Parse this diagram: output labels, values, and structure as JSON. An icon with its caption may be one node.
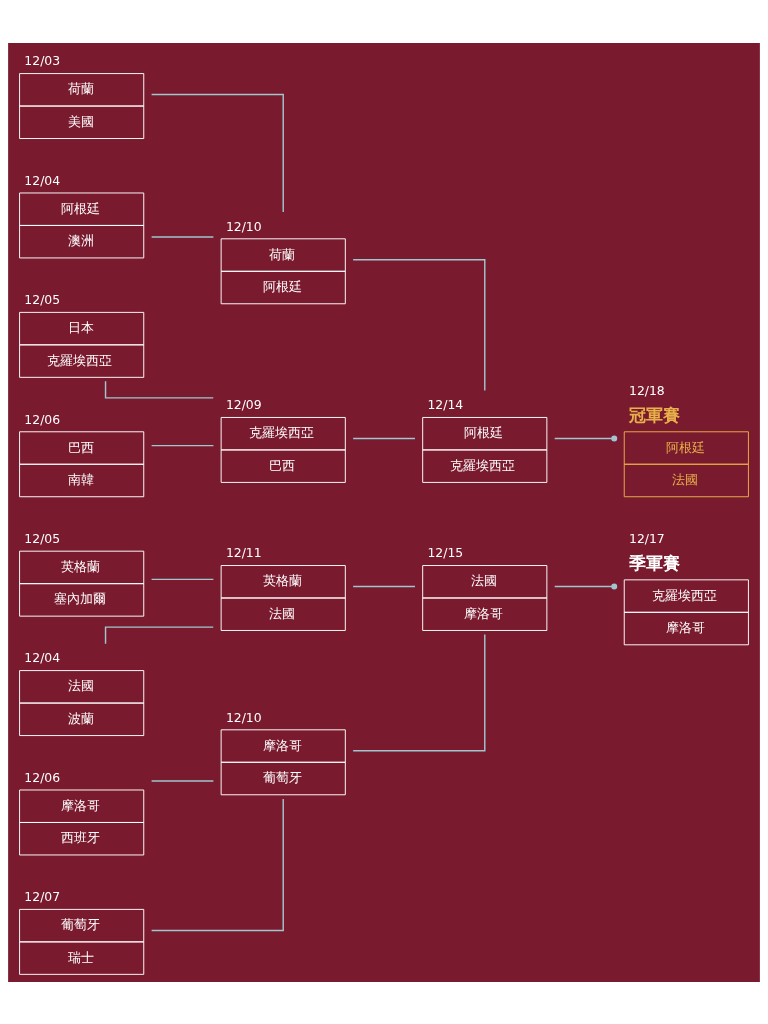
{
  "diagram": {
    "nodes": [
      {
        "text": [
          "荷蘭",
          "美國"
        ],
        "beside": [
          "12/03"
        ]
      },
      {
        "text": [
          "阿根廷",
          "澳洲"
        ],
        "beside": [
          "12/04"
        ]
      },
      {
        "text": [
          "日本",
          "克羅埃西亞"
        ],
        "beside": [
          "12/05"
        ]
      },
      {
        "text": [
          "巴西",
          "南韓"
        ],
        "beside": [
          "12/06"
        ]
      },
      {
        "text": [
          "英格蘭",
          "塞內加爾"
        ],
        "beside": [
          "12/05"
        ]
      },
      {
        "text": [
          "法國",
          "波蘭"
        ],
        "beside": [
          "12/04"
        ]
      },
      {
        "text": [
          "摩洛哥",
          "西班牙"
        ],
        "beside": [
          "12/06"
        ]
      },
      {
        "text": [
          "葡萄牙",
          "瑞士"
        ],
        "beside": [
          "12/07"
        ]
      },
      {
        "text": [
          "荷蘭",
          "阿根廷"
        ],
        "beside": [
          "12/10"
        ]
      },
      {
        "text": [
          "克羅埃西亞",
          "巴西"
        ],
        "beside": [
          "12/09"
        ]
      },
      {
        "text": [
          "英格蘭",
          "法國"
        ],
        "beside": [
          "12/11"
        ]
      },
      {
        "text": [
          "摩洛哥",
          "葡萄牙"
        ],
        "beside": [
          "12/10"
        ]
      },
      {
        "text": [
          "阿根廷",
          "克羅埃西亞"
        ],
        "beside": [
          "12/14"
        ]
      },
      {
        "text": [
          "法國",
          "摩洛哥"
        ],
        "beside": [
          "12/15"
        ]
      },
      {
        "text": [
          "冠軍賽",
          "阿根廷",
          "法國"
        ],
        "beside": [
          "12/18"
        ]
      },
      {
        "text": [
          "季軍賽",
          "克羅埃西亞",
          "摩洛哥"
        ],
        "beside": [
          "12/17"
        ]
      }
    ],
    "edges": [
      {
        "from": 0,
        "to": 8,
        "arrow": "none"
      },
      {
        "from": 1,
        "to": 8,
        "arrow": "none"
      },
      {
        "from": 2,
        "to": 9,
        "arrow": "none"
      },
      {
        "from": 3,
        "to": 9,
        "arrow": "none"
      },
      {
        "from": 4,
        "to": 10,
        "arrow": "none"
      },
      {
        "from": 5,
        "to": 10,
        "arrow": "none"
      },
      {
        "from": 6,
        "to": 11,
        "arrow": "none"
      },
      {
        "from": 7,
        "to": 11,
        "arrow": "none"
      },
      {
        "from": 8,
        "to": 12,
        "arrow": "none"
      },
      {
        "from": 9,
        "to": 12,
        "arrow": "none"
      },
      {
        "from": 10,
        "to": 13,
        "arrow": "none"
      },
      {
        "from": 11,
        "to": 13,
        "arrow": "none"
      },
      {
        "from": 12,
        "to": 14,
        "arrow": "other"
      },
      {
        "from": 13,
        "to": 15,
        "arrow": "other"
      }
    ]
  }
}
